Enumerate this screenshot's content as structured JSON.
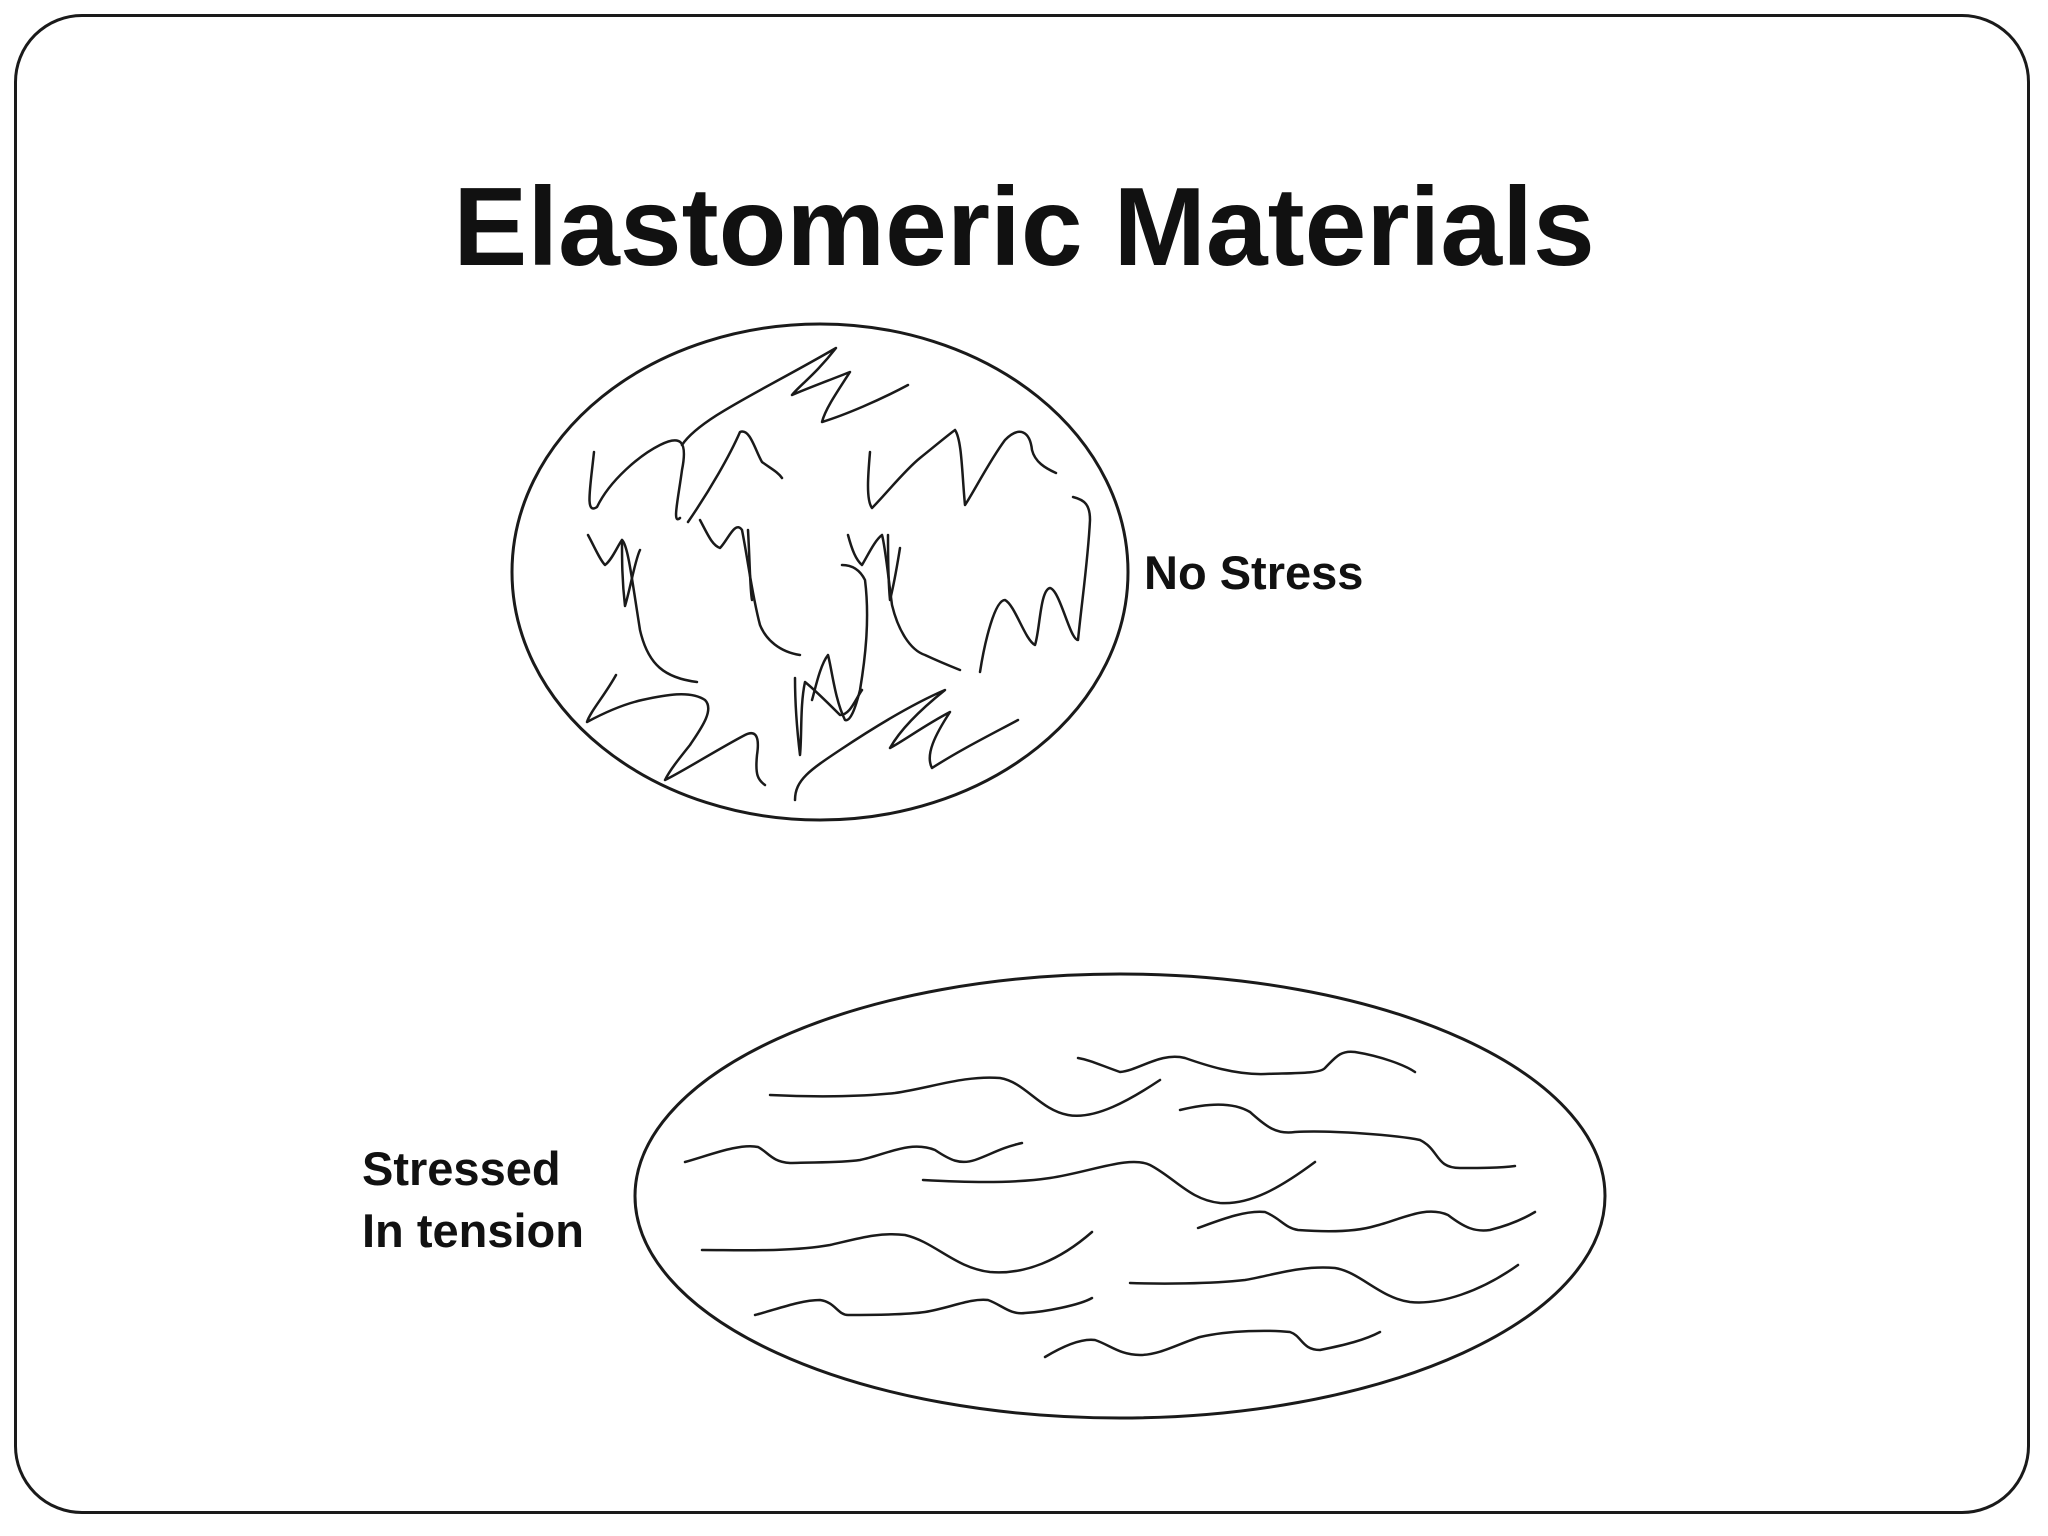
{
  "slide": {
    "title": "Elastomeric Materials"
  },
  "diagram": {
    "unstressed_label": "No Stress",
    "stressed_label_line1": "Stressed",
    "stressed_label_line2": "In tension",
    "stroke_color": "#1a1a1a",
    "background_color": "#ffffff"
  }
}
